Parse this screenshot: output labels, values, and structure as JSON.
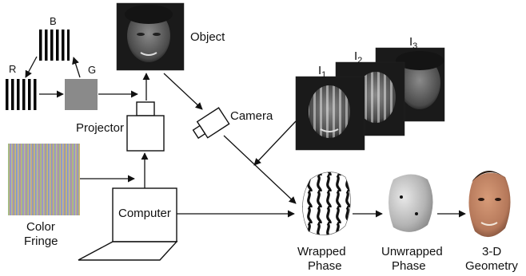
{
  "labels": {
    "b": "B",
    "r": "R",
    "g": "G",
    "object": "Object",
    "projector": "Projector",
    "camera": "Camera",
    "color_fringe_line1": "Color",
    "color_fringe_line2": "Fringe",
    "computer": "Computer",
    "i1": "I",
    "i1_sub": "1",
    "i2": "I",
    "i2_sub": "2",
    "i3": "I",
    "i3_sub": "3",
    "wrapped_line1": "Wrapped",
    "wrapped_line2": "Phase",
    "unwrapped_line1": "Unwrapped",
    "unwrapped_line2": "Phase",
    "geometry_line1": "3-D",
    "geometry_line2": "Geometry"
  },
  "colors": {
    "fringe_stripes": [
      "#7aa0c8",
      "#c88aa0",
      "#8fbf8a",
      "#e0b070",
      "#6f9fd0",
      "#b88fc0",
      "#9fc79a",
      "#d8a27a"
    ],
    "gray_pattern": "#8a8a8a",
    "face_skin": "#b5785a",
    "photo_bg": "#1a1a1a"
  },
  "icons": {
    "object_photo": "face-photo-icon",
    "projector": "projector-icon",
    "camera": "camera-icon",
    "computer": "laptop-icon"
  }
}
